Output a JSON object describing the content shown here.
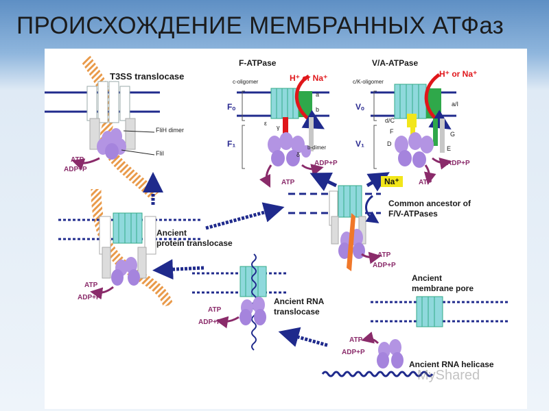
{
  "slide": {
    "title": "ПРОИСХОЖДЕНИЕ МЕМБРАННЫХ АТФаз",
    "watermark": "MyShared"
  },
  "labels": {
    "t3ss": "T3SS translocase",
    "flih": "FliH dimer",
    "flii": "FliI",
    "fatpase": "F-ATPase",
    "vatpase": "V/A-ATPase",
    "c_oligomer": "c-oligomer",
    "ck_oligomer": "c/K-oligomer",
    "h_or_na_1": "H⁺ or Na⁺",
    "h_or_na_2": "H⁺ or Na⁺",
    "na_box": "Na⁺",
    "fo": "Fₒ",
    "f1": "F₁",
    "vo": "Vₒ",
    "v1": "V₁",
    "b_dimer": "b-dimer",
    "a_sub": "a",
    "b_sub": "b",
    "ai_sub": "a/I",
    "dc_sub": "d/C",
    "gamma": "γ",
    "delta": "δ",
    "eps": "ε",
    "F_sub": "F",
    "D_sub": "D",
    "G_sub": "G",
    "E_sub": "E",
    "common_ancestor": "Common ancestor of\nF/V-ATPases",
    "ancient_protein": "Ancient\nprotein translocase",
    "ancient_rna_trans": "Ancient RNA\ntranslocase",
    "ancient_pore": "Ancient\nmembrane pore",
    "ancient_helicase": "Ancient RNA helicase",
    "atp": "ATP",
    "adp": "ADP+P"
  },
  "colors": {
    "membrane": "#1f2a8c",
    "cring": "#8fd9dc",
    "subunit": "#b394e3",
    "arrow": "#1f2a8c",
    "red": "#e0161a",
    "green": "#2fa84a",
    "yellow": "#f2e61a",
    "orange": "#f0782a",
    "atp": "#8a2b6a"
  }
}
